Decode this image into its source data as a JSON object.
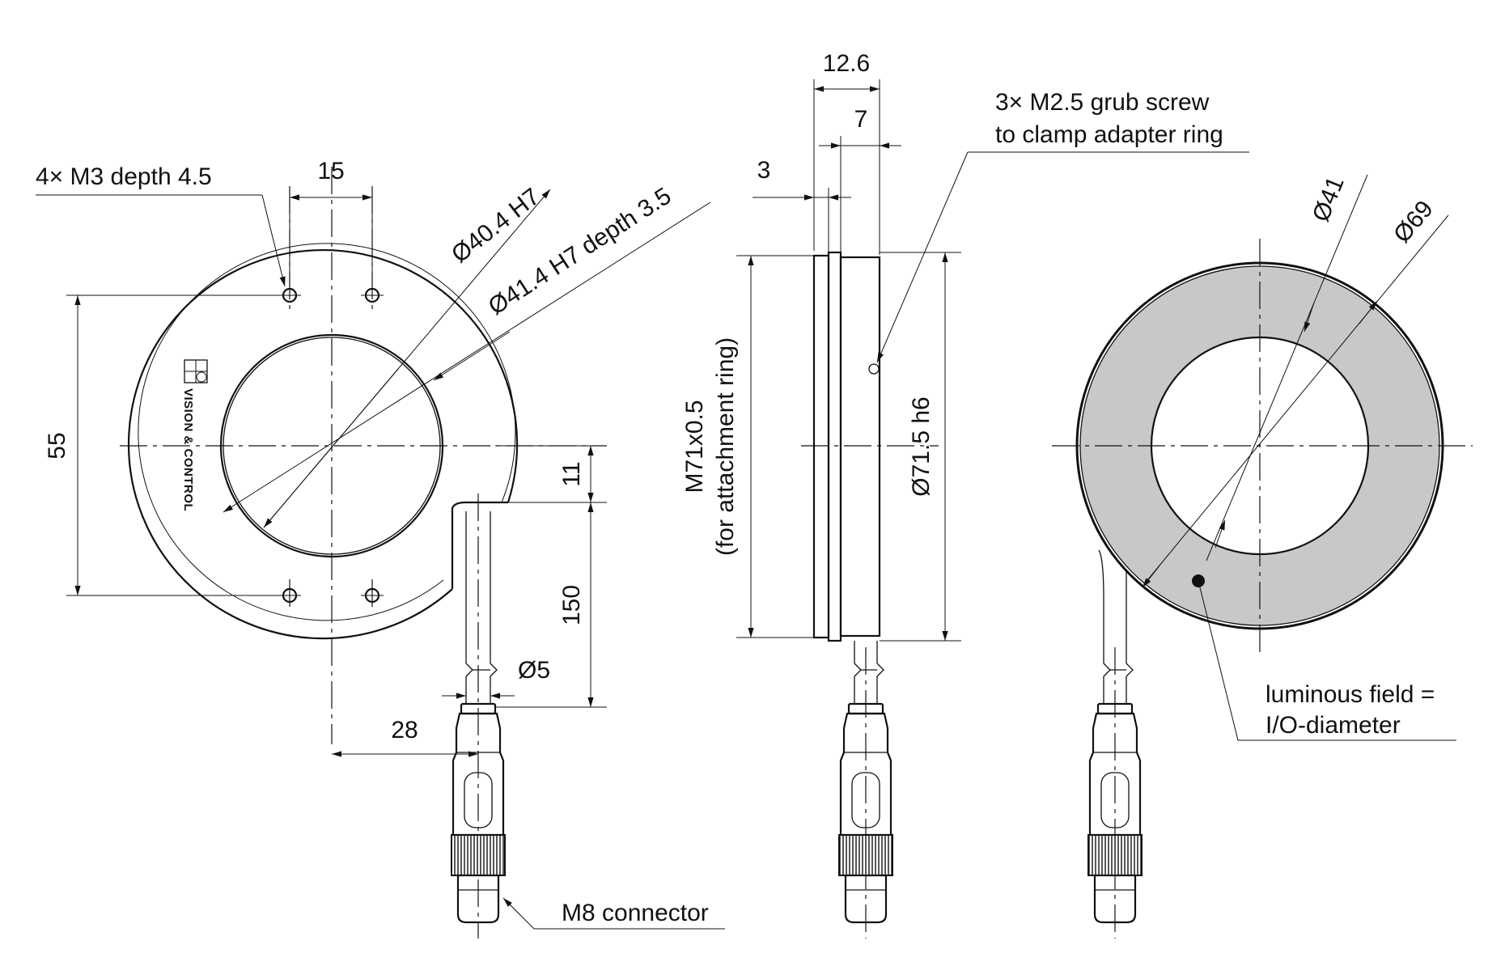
{
  "views": {
    "front": {
      "label_mount_holes": "4× M3 depth 4.5",
      "dim_hole_spacing_x": "15",
      "dim_bore_1": "Ø40.4 H7",
      "dim_bore_2": "Ø41.4 H7 depth 3.5",
      "dim_hole_spacing_y": "55",
      "dim_cable_offset_y": "11",
      "dim_cable_length": "150",
      "dim_cable_diameter": "Ø5",
      "dim_cable_offset_x": "28",
      "logo_text": "VISION & CONTROL"
    },
    "side": {
      "dim_total_width": "12.6",
      "dim_width_7": "7",
      "dim_width_3": "3",
      "label_grub_screw_line1": "3× M2.5 grub screw",
      "label_grub_screw_line2": "to clamp adapter ring",
      "label_thread_line1": "M71x0.5",
      "label_thread_line2": "(for attachment ring)",
      "dim_outer_diameter": "Ø71.5 h6",
      "label_connector": "M8 connector"
    },
    "rear": {
      "dim_inner_diameter": "Ø41",
      "dim_outer_diameter": "Ø69",
      "label_field_line1": "luminous field =",
      "label_field_line2": "I/O-diameter",
      "field_color": "#c8c8c8"
    }
  }
}
